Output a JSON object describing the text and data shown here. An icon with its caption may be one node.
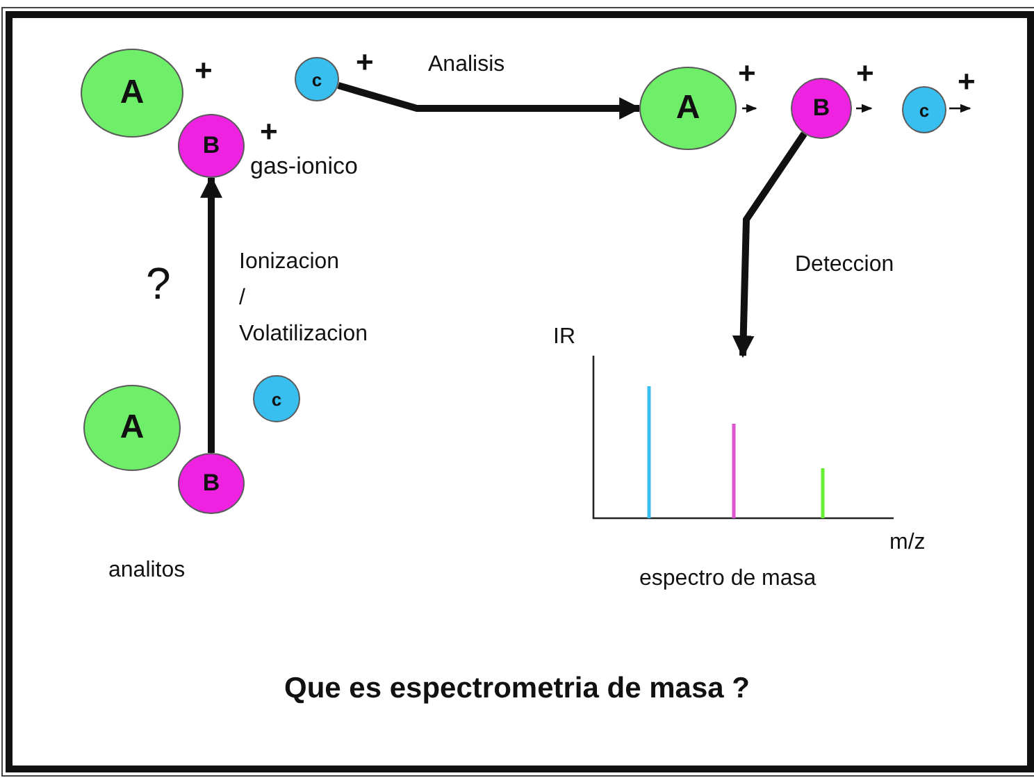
{
  "diagram": {
    "title": "Que es espectrometria de masa ?",
    "nodes": [
      {
        "text": [
          "A"
        ],
        "beside": [
          "+"
        ]
      },
      {
        "text": [
          "c"
        ],
        "beside": [
          "+"
        ]
      },
      {
        "text": [
          "B"
        ],
        "beside": [
          "+"
        ]
      },
      {
        "text": [
          "A"
        ],
        "beside": [
          "+"
        ]
      },
      {
        "text": [
          "B"
        ],
        "beside": [
          "+"
        ]
      },
      {
        "text": [
          "c"
        ],
        "beside": [
          "+"
        ]
      },
      {
        "text": [],
        "shape": "chart"
      },
      {
        "text": [
          "A"
        ]
      },
      {
        "text": [
          "c"
        ]
      },
      {
        "text": [
          "B"
        ]
      }
    ],
    "edges": [
      {
        "from": 9,
        "to": 2,
        "arrow": "to",
        "label": "Ionizacion / Volatilizacion"
      },
      {
        "from": 1,
        "to": 3,
        "arrow": "to",
        "label": "Analisis"
      },
      {
        "from": 4,
        "to": 6,
        "arrow": "to",
        "label": "Deteccion"
      }
    ],
    "labels": [
      "gas-ionico",
      "?",
      "IR",
      "m/z",
      "analitos",
      "espectro de masa"
    ]
  }
}
